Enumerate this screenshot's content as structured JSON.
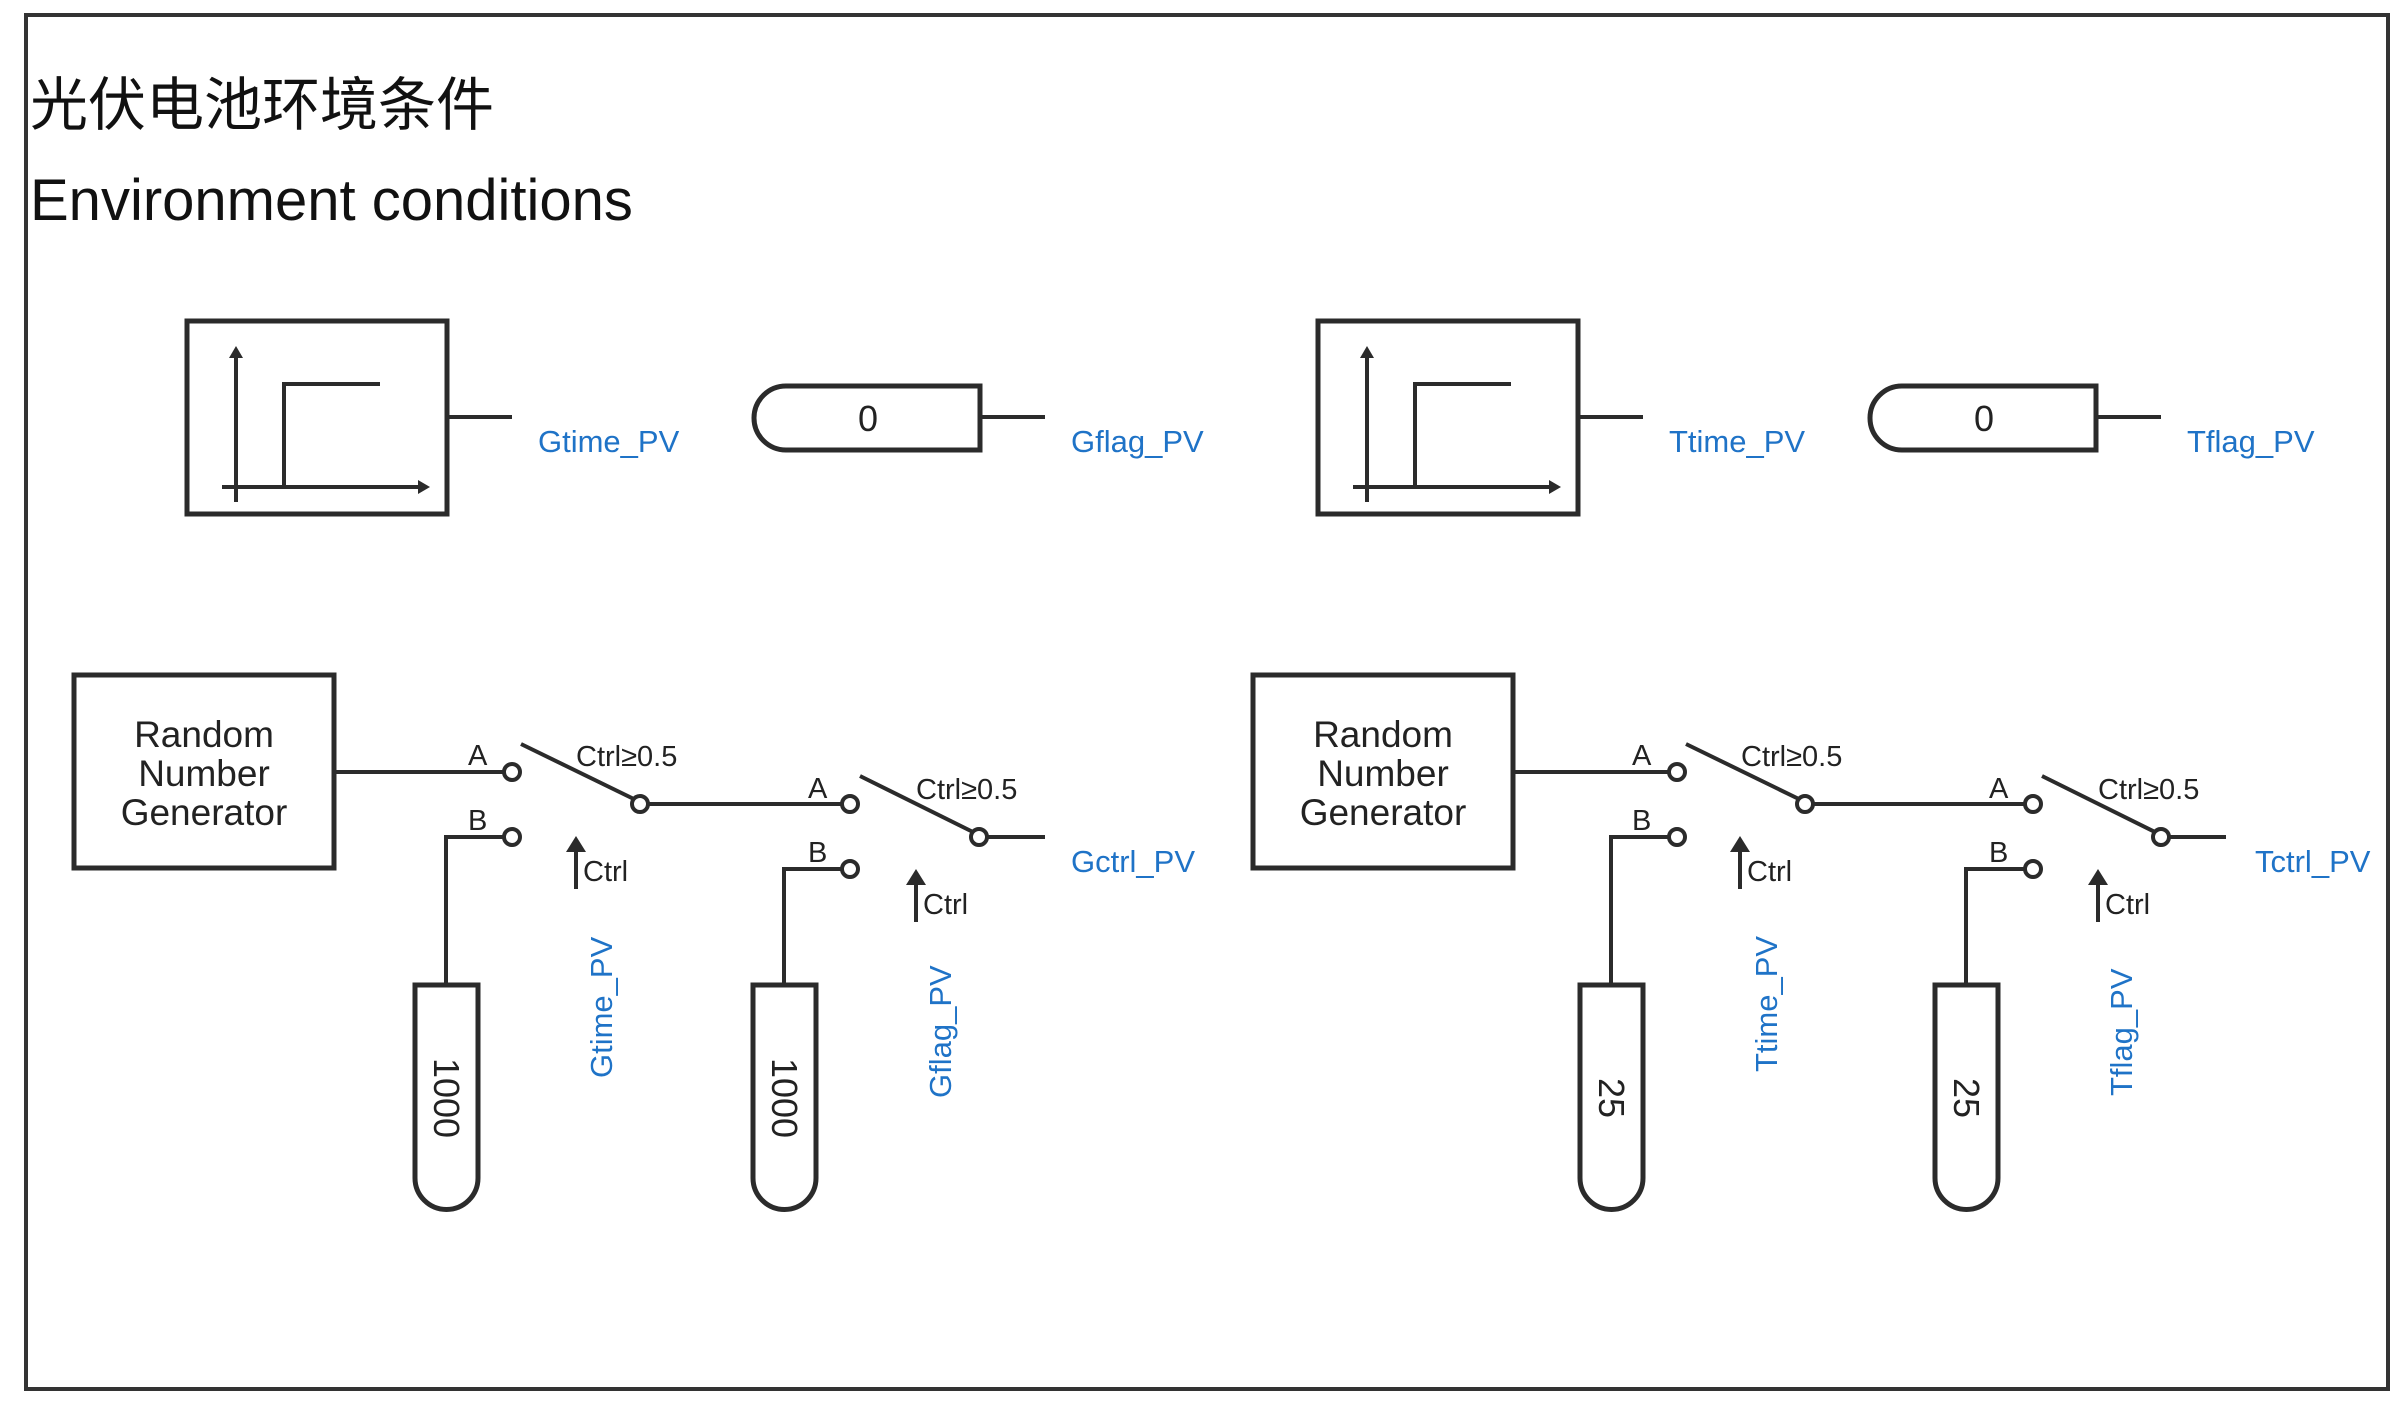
{
  "title": {
    "chinese": "光伏电池环境条件",
    "english": "Environment conditions"
  },
  "irradiance": {
    "step_output_label": "Gtime_PV",
    "flag_value": "0",
    "flag_output_label": "Gflag_PV",
    "random_block_lines": [
      "Random",
      "Number",
      "Generator"
    ],
    "switch1": {
      "input_a": "A",
      "input_b": "B",
      "condition": "Ctrl≥0.5",
      "ctrl_label": "Ctrl",
      "ctrl_signal": "Gtime_PV",
      "const_value": "1000"
    },
    "switch2": {
      "input_a": "A",
      "input_b": "B",
      "condition": "Ctrl≥0.5",
      "ctrl_label": "Ctrl",
      "ctrl_signal": "Gflag_PV",
      "const_value": "1000"
    },
    "output_label": "Gctrl_PV"
  },
  "temperature": {
    "step_output_label": "Ttime_PV",
    "flag_value": "0",
    "flag_output_label": "Tflag_PV",
    "random_block_lines": [
      "Random",
      "Number",
      "Generator"
    ],
    "switch1": {
      "input_a": "A",
      "input_b": "B",
      "condition": "Ctrl≥0.5",
      "ctrl_label": "Ctrl",
      "ctrl_signal": "Ttime_PV",
      "const_value": "25"
    },
    "switch2": {
      "input_a": "A",
      "input_b": "B",
      "condition": "Ctrl≥0.5",
      "ctrl_label": "Ctrl",
      "ctrl_signal": "Tflag_PV",
      "const_value": "25"
    },
    "output_label": "Tctrl_PV"
  },
  "colors": {
    "signal_label": "#1f73c7",
    "wire": "#2b2b2b",
    "frame": "#333333"
  }
}
